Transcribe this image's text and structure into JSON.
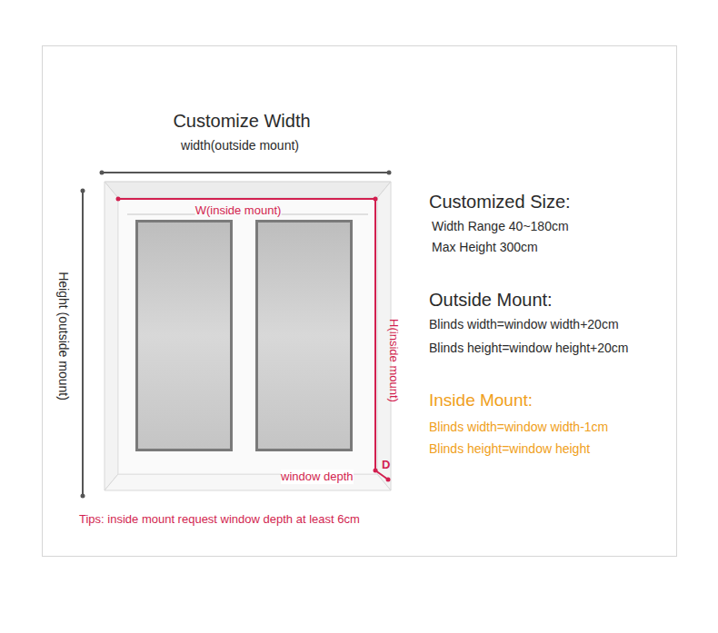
{
  "diagram": {
    "title": "Customize Width",
    "labels": [
      "width(outside mount)",
      "W(inside mount)",
      "Height (outside mount)",
      "H(inside mount)",
      "D",
      "window depth",
      "Tips: inside mount request window depth at least 6cm",
      "Customized Size:",
      "Width Range 40~180cm",
      "Max Height 300cm",
      "Outside Mount:",
      "Blinds width=window width+20cm",
      "Blinds height=window height+20cm",
      "Inside Mount:",
      "Blinds width=window width-1cm",
      "Blinds height=window height"
    ]
  }
}
